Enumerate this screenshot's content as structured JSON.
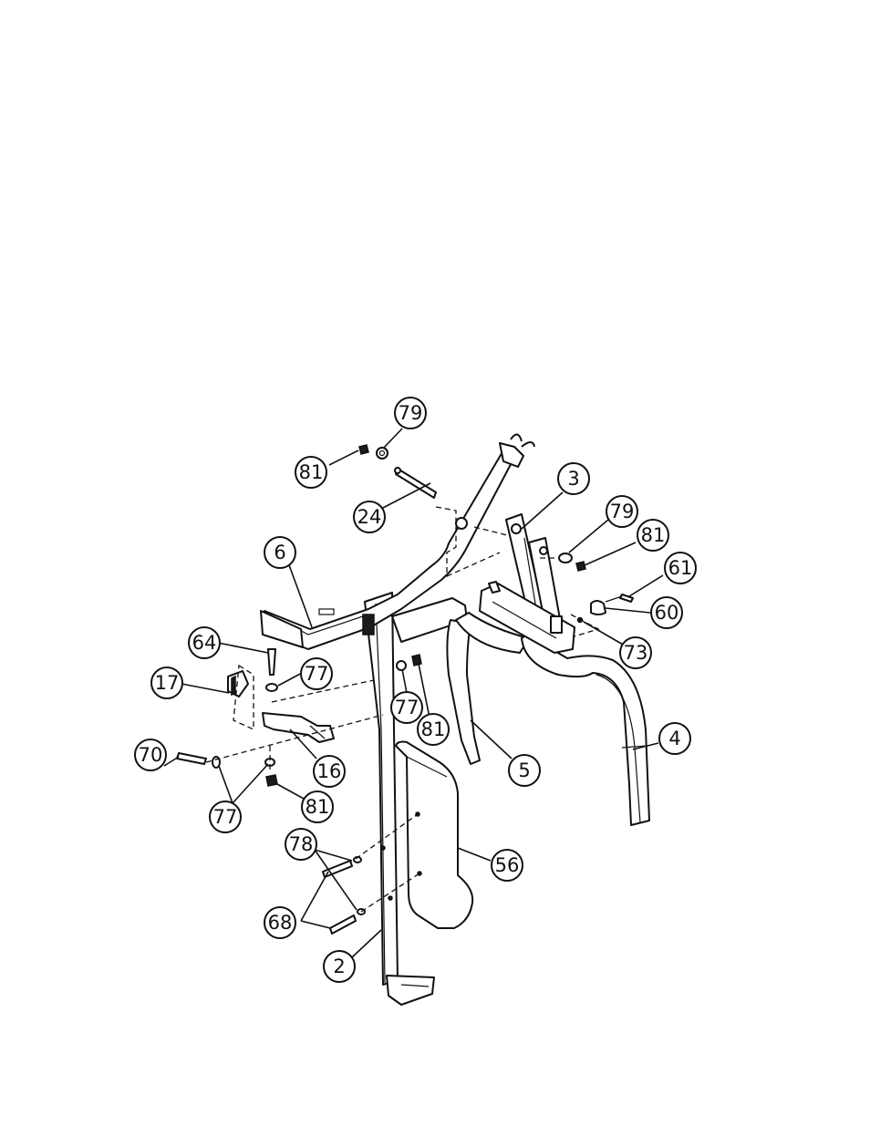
{
  "callouts": [
    {
      "id": "c79a",
      "label": "79"
    },
    {
      "id": "c81a",
      "label": "81"
    },
    {
      "id": "c24",
      "label": "24"
    },
    {
      "id": "c3",
      "label": "3"
    },
    {
      "id": "c79b",
      "label": "79"
    },
    {
      "id": "c81b",
      "label": "81"
    },
    {
      "id": "c61",
      "label": "61"
    },
    {
      "id": "c60",
      "label": "60"
    },
    {
      "id": "c73",
      "label": "73"
    },
    {
      "id": "c6",
      "label": "6"
    },
    {
      "id": "c64",
      "label": "64"
    },
    {
      "id": "c77a",
      "label": "77"
    },
    {
      "id": "c17",
      "label": "17"
    },
    {
      "id": "c77b",
      "label": "77"
    },
    {
      "id": "c81c",
      "label": "81"
    },
    {
      "id": "c5",
      "label": "5"
    },
    {
      "id": "c4",
      "label": "4"
    },
    {
      "id": "c70",
      "label": "70"
    },
    {
      "id": "c16",
      "label": "16"
    },
    {
      "id": "c77c",
      "label": "77"
    },
    {
      "id": "c81d",
      "label": "81"
    },
    {
      "id": "c78",
      "label": "78"
    },
    {
      "id": "c56",
      "label": "56"
    },
    {
      "id": "c68",
      "label": "68"
    },
    {
      "id": "c2",
      "label": "2"
    }
  ]
}
